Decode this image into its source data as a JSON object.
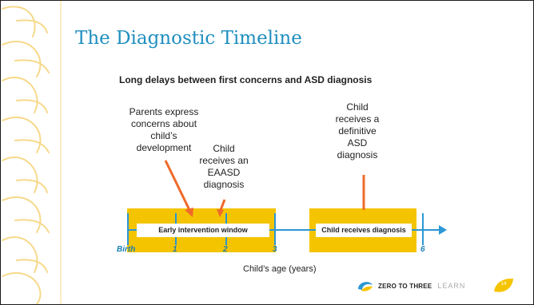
{
  "slide": {
    "title": "The Diagnostic Timeline",
    "subtitle": "Long delays between first concerns and ASD diagnosis",
    "page_number": "14"
  },
  "timeline": {
    "note_parents": "Parents express concerns about child’s development",
    "note_eaasd": "Child receives an EAASD diagnosis",
    "note_definitive": "Child receives a definitive ASD diagnosis",
    "box_early": "Early intervention window",
    "box_diagnosis": "Child receives diagnosis",
    "ticks": [
      "Birth",
      "1",
      "2",
      "3",
      "6"
    ],
    "xlabel": "Child’s age (years)"
  },
  "logo": {
    "brand": "ZERO TO THREE",
    "learn": "LEARN"
  },
  "colors": {
    "accent_yellow": "#f5c400",
    "arrow_blue": "#2b97d4",
    "pointer_orange": "#ef6a2a",
    "title_blue": "#1f8fbf"
  }
}
